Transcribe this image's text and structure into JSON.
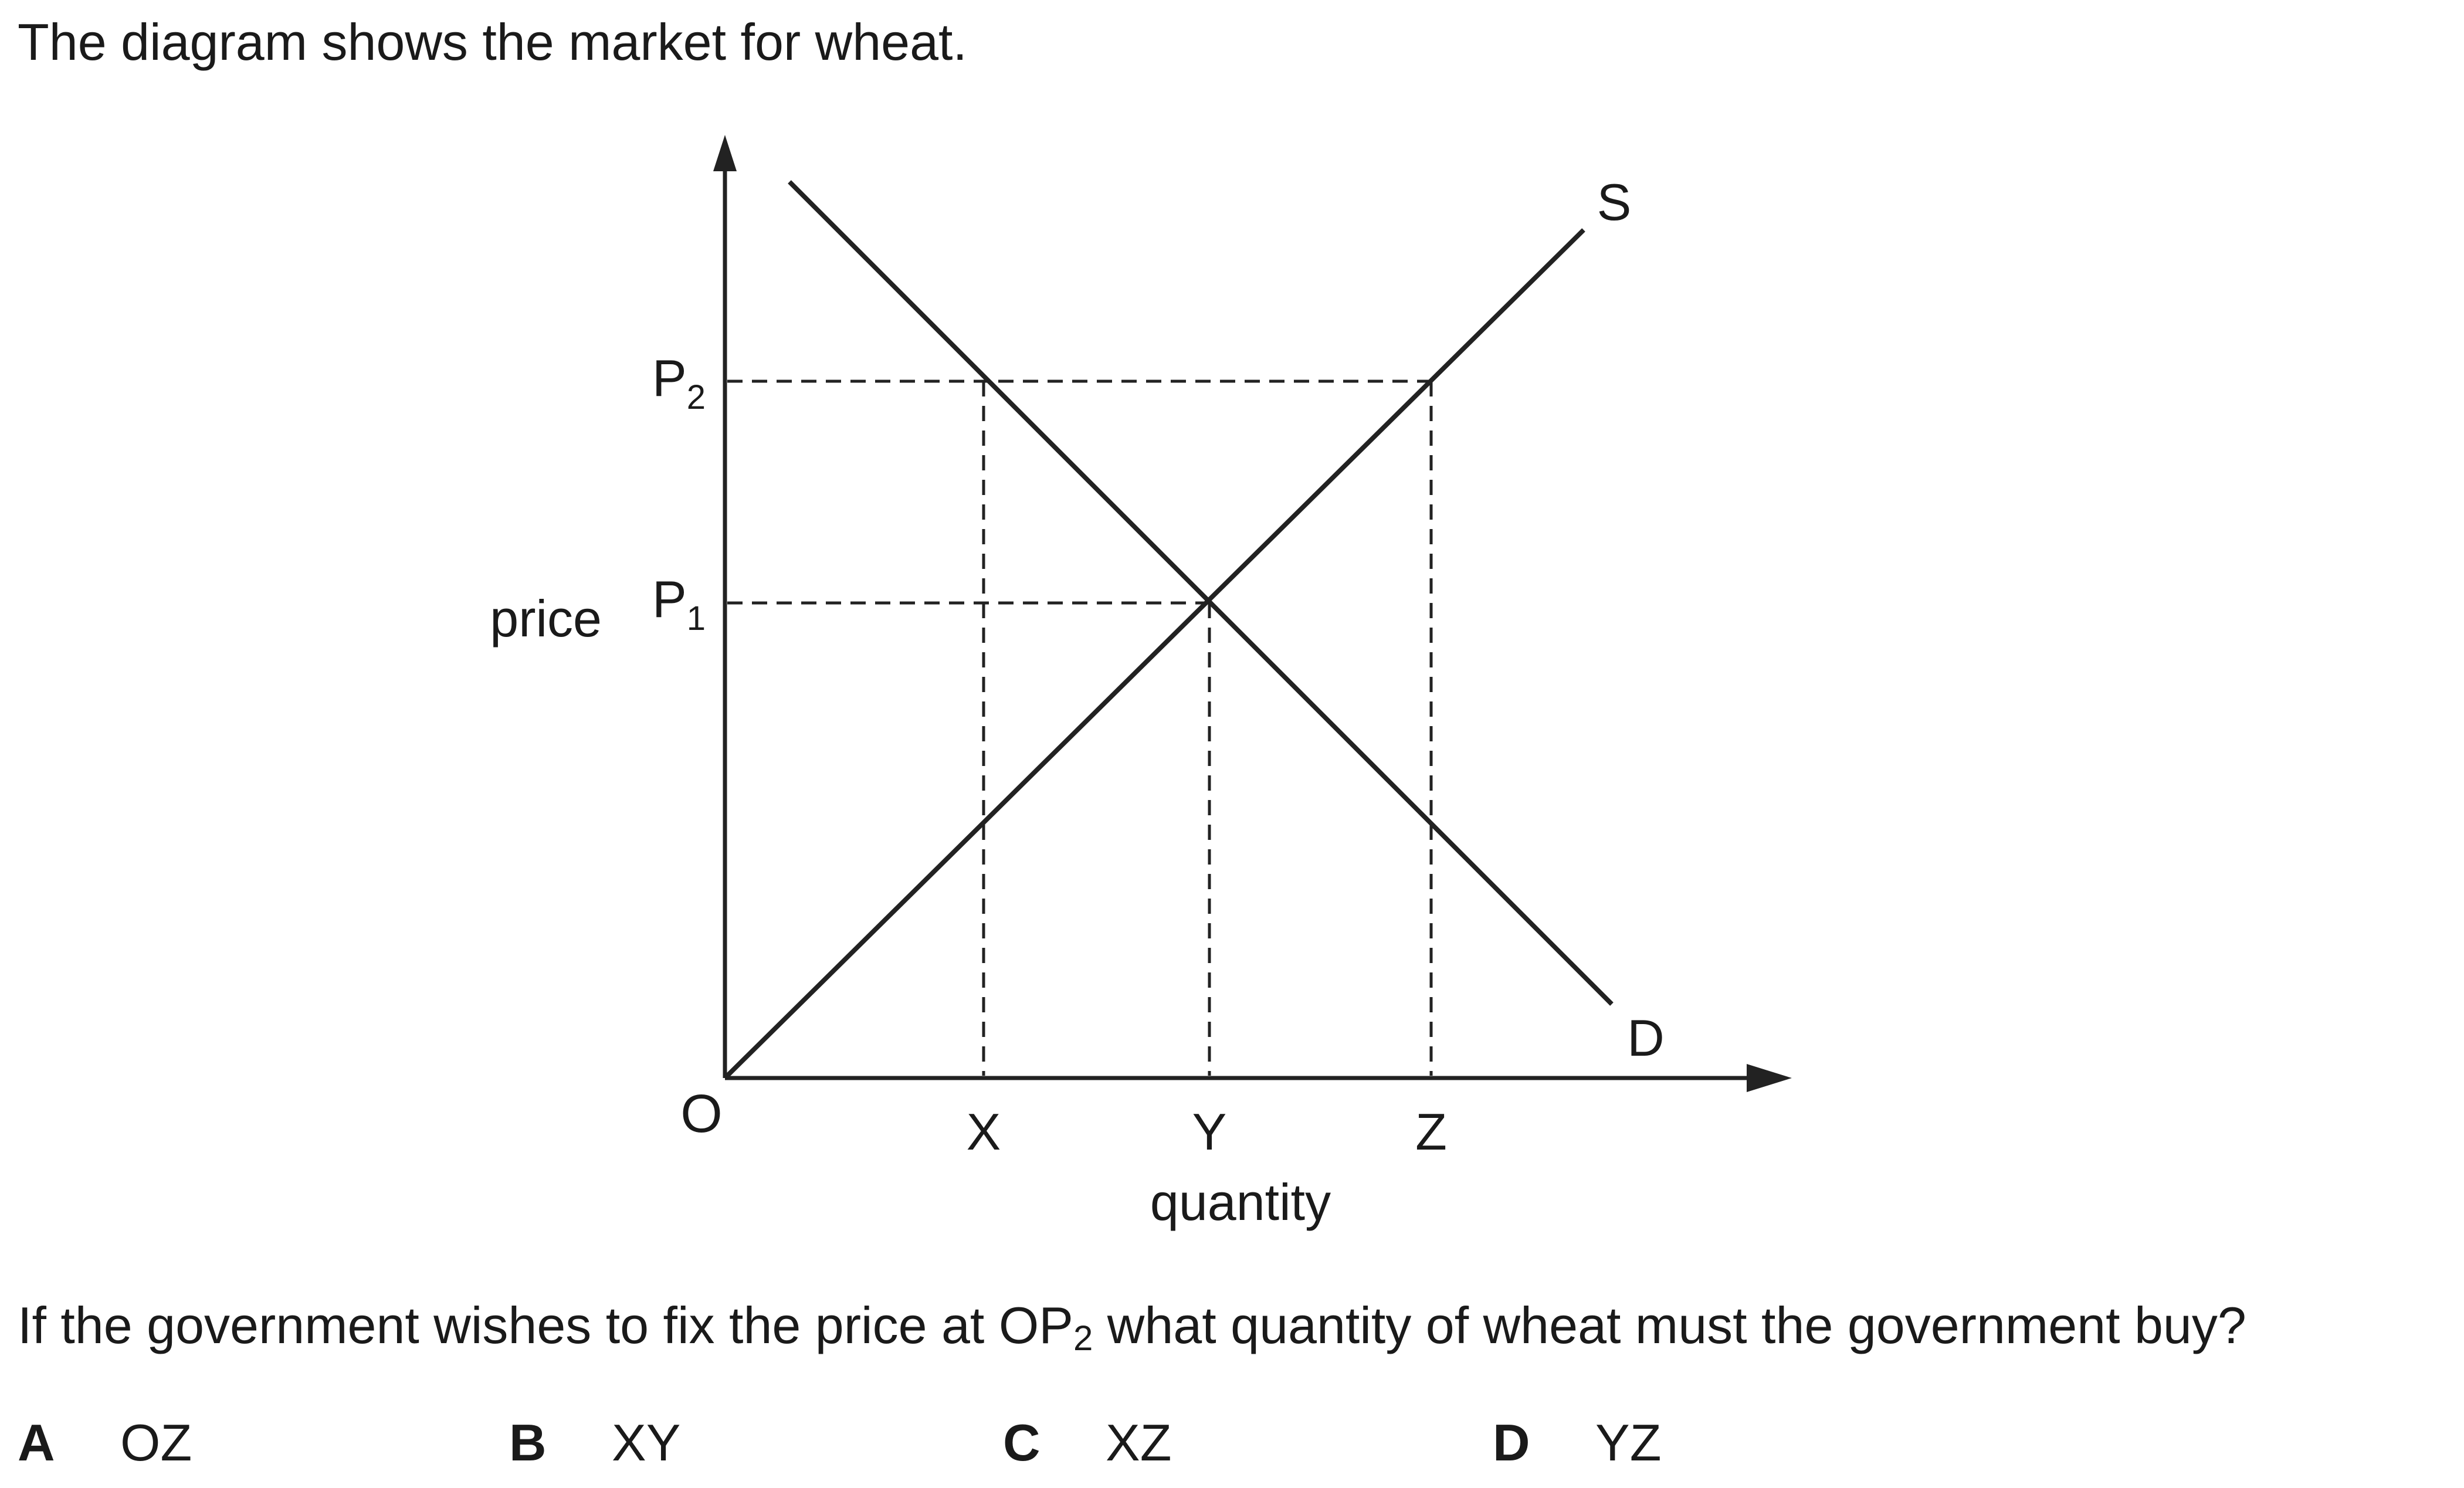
{
  "intro": "The diagram shows the market for wheat.",
  "diagram": {
    "y_axis_label": "price",
    "x_axis_label": "quantity",
    "origin_label": "O",
    "price_levels": [
      {
        "main": "P",
        "sub": "2"
      },
      {
        "main": "P",
        "sub": "1"
      }
    ],
    "quantity_labels": [
      "X",
      "Y",
      "Z"
    ],
    "curves": {
      "supply": "S",
      "demand": "D"
    }
  },
  "question": {
    "before": "If the government wishes to fix the price at OP",
    "sub": "2",
    "after": " what quantity of wheat must the government buy?"
  },
  "options": [
    {
      "letter": "A",
      "text": "OZ"
    },
    {
      "letter": "B",
      "text": "XY"
    },
    {
      "letter": "C",
      "text": "XZ"
    },
    {
      "letter": "D",
      "text": "YZ"
    }
  ]
}
